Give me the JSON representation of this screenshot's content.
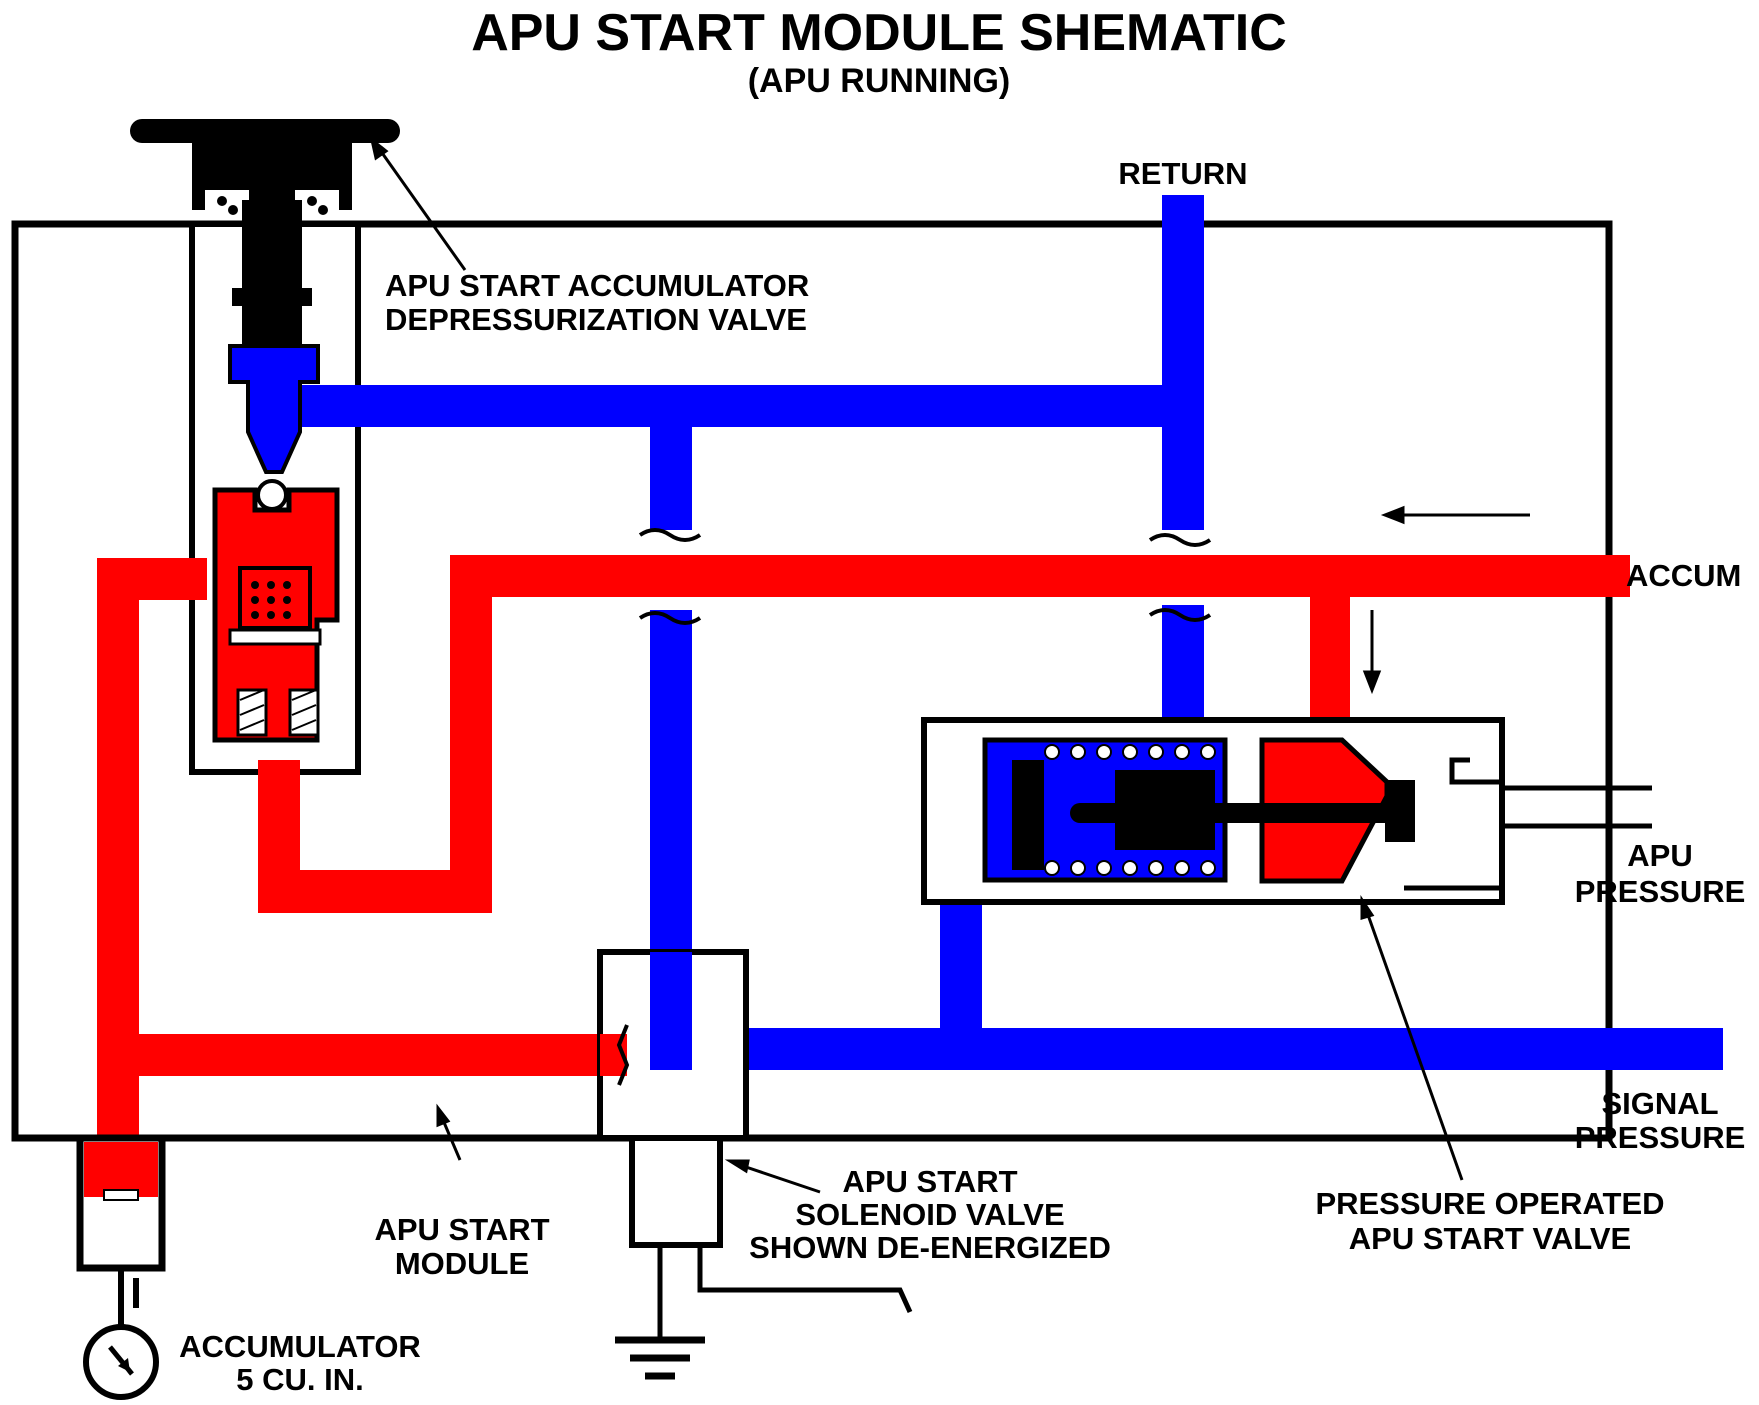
{
  "title": "APU START MODULE SHEMATIC",
  "subtitle": "(APU RUNNING)",
  "labels": {
    "return": "RETURN",
    "accum": "ACCUM",
    "apu_pressure_1": "APU",
    "apu_pressure_2": "PRESSURE",
    "signal_pressure_1": "SIGNAL",
    "signal_pressure_2": "PRESSURE",
    "depress_valve_1": "APU START ACCUMULATOR",
    "depress_valve_2": "DEPRESSURIZATION VALVE",
    "start_module_1": "APU START",
    "start_module_2": "MODULE",
    "solenoid_1": "APU START",
    "solenoid_2": "SOLENOID VALVE",
    "solenoid_3": "SHOWN DE-ENERGIZED",
    "pressure_valve_1": "PRESSURE OPERATED",
    "pressure_valve_2": "APU START VALVE",
    "accumulator_1": "ACCUMULATOR",
    "accumulator_2": "5 CU. IN."
  },
  "colors": {
    "pressure": "#ff0000",
    "return": "#0000ff",
    "outline": "#000000"
  }
}
